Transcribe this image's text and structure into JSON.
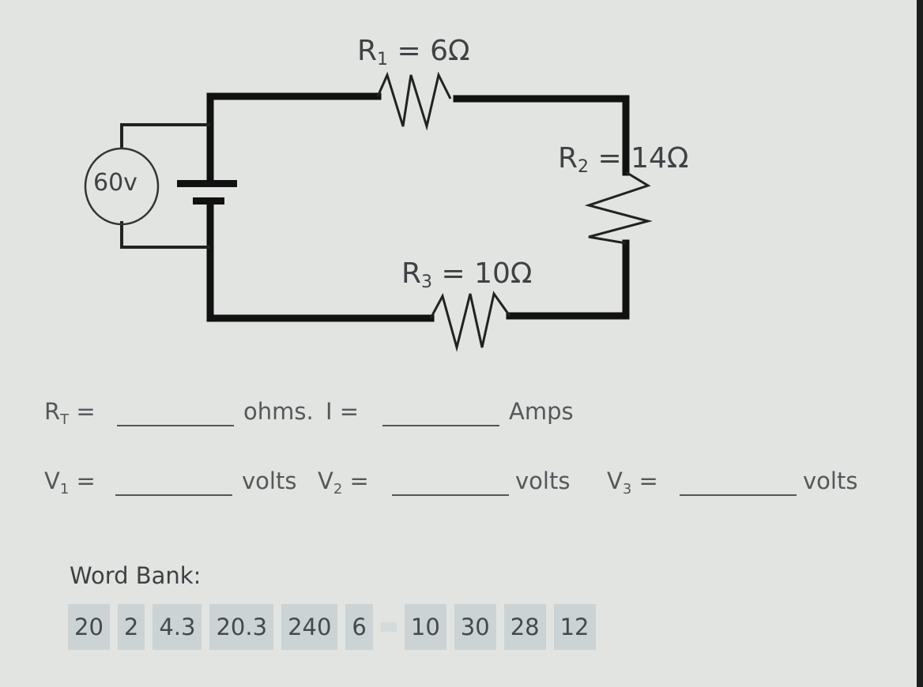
{
  "circuit": {
    "source_label": "60v",
    "r1": {
      "name": "R",
      "sub": "1",
      "value": "= 6Ω"
    },
    "r2": {
      "name": "R",
      "sub": "2",
      "value": "= 14Ω"
    },
    "r3": {
      "name": "R",
      "sub": "3",
      "value": "= 10Ω"
    }
  },
  "questions": {
    "rt": {
      "name": "R",
      "sub": "T",
      "eq": "=",
      "unit": "ohms."
    },
    "i": {
      "name": "I",
      "eq": "=",
      "unit": "Amps"
    },
    "v1": {
      "name": "V",
      "sub": "1",
      "eq": "=",
      "unit": "volts"
    },
    "v2": {
      "name": "V",
      "sub": "2",
      "eq": "=",
      "unit": "volts"
    },
    "v3": {
      "name": "V",
      "sub": "3",
      "eq": "=",
      "unit": "volts"
    }
  },
  "word_bank": {
    "title": "Word Bank:",
    "items": [
      "20",
      "2",
      "4.3",
      "20.3",
      "240",
      "6",
      "",
      "10",
      "30",
      "28",
      "12"
    ]
  }
}
